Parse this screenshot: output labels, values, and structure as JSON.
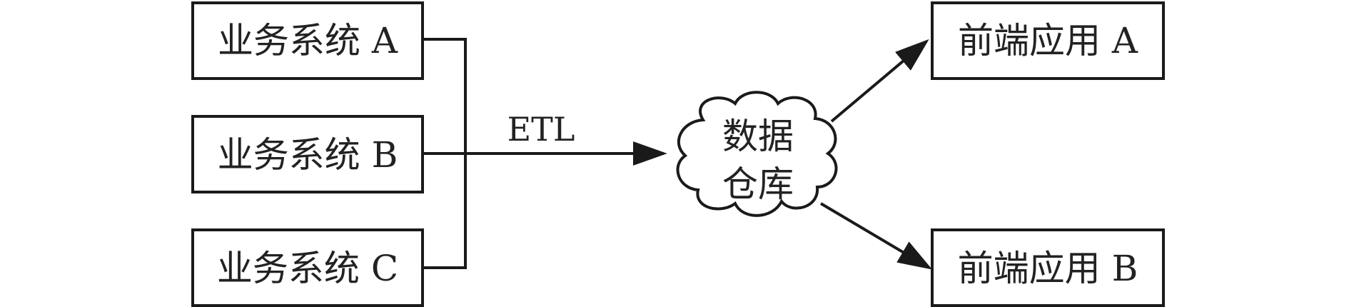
{
  "sources": [
    {
      "label": "业务系统 A"
    },
    {
      "label": "业务系统 B"
    },
    {
      "label": "业务系统 C"
    }
  ],
  "edge_label": "ETL",
  "warehouse": {
    "line1": "数据",
    "line2": "仓库"
  },
  "targets": [
    {
      "label": "前端应用 A"
    },
    {
      "label": "前端应用 B"
    }
  ]
}
